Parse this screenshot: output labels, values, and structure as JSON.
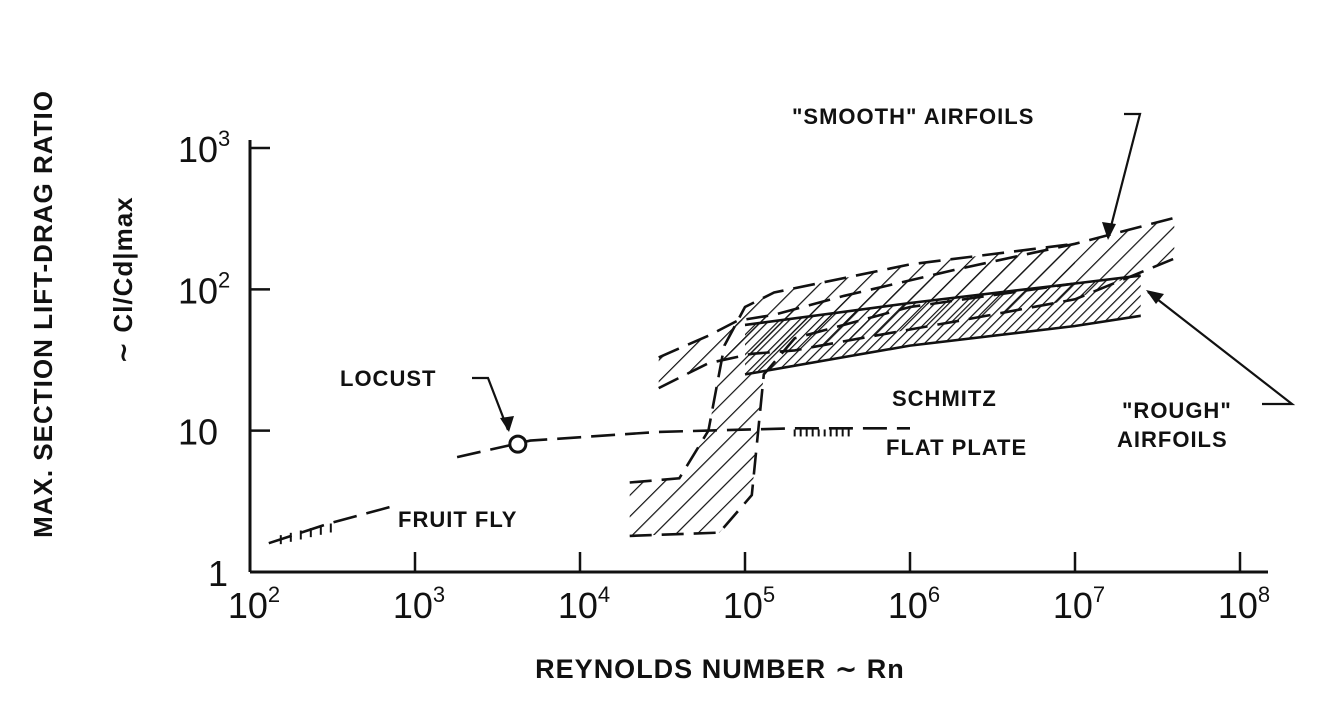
{
  "chart_data": {
    "type": "line",
    "x_scale": "log",
    "y_scale": "log",
    "xlim": [
      100,
      100000000
    ],
    "ylim": [
      1,
      1000
    ],
    "xlabel": "REYNOLDS NUMBER ∼ Rn",
    "ylabel_line1": "MAX. SECTION LIFT-DRAG RATIO",
    "ylabel_line2": "∼ Cl/Cd|max",
    "x_ticks": [
      {
        "base": "10",
        "exp": "2"
      },
      {
        "base": "10",
        "exp": "3"
      },
      {
        "base": "10",
        "exp": "4"
      },
      {
        "base": "10",
        "exp": "5"
      },
      {
        "base": "10",
        "exp": "6"
      },
      {
        "base": "10",
        "exp": "7"
      },
      {
        "base": "10",
        "exp": "8"
      }
    ],
    "y_ticks": [
      {
        "base": "1",
        "exp": ""
      },
      {
        "base": "10",
        "exp": ""
      },
      {
        "base": "10",
        "exp": "2"
      },
      {
        "base": "10",
        "exp": "3"
      }
    ],
    "annotations": {
      "smooth": "\"SMOOTH\" AIRFOILS",
      "rough_line1": "\"ROUGH\"",
      "rough_line2": "AIRFOILS",
      "locust": "LOCUST",
      "schmitz_line1": "SCHMITZ",
      "schmitz_line2": "FLAT PLATE",
      "fruit_fly": "FRUIT FLY"
    },
    "series": [
      {
        "points": [
          [
            1800,
            6.5
          ],
          [
            5000,
            8.5
          ],
          [
            30000,
            9.8
          ],
          [
            200000,
            10.4
          ],
          [
            1000000,
            10.4
          ]
        ]
      },
      {
        "points": [
          [
            130,
            1.6
          ],
          [
            300,
            2.2
          ],
          [
            800,
            3.0
          ]
        ]
      },
      {
        "points": [
          [
            4200,
            8.3
          ]
        ]
      },
      {
        "band_upper": [
          [
            30000,
            33
          ],
          [
            60000,
            47
          ],
          [
            90000,
            60
          ],
          [
            150000,
            66
          ],
          [
            400000,
            90
          ],
          [
            2000000,
            140
          ],
          [
            10000000,
            210
          ],
          [
            40000000,
            320
          ]
        ],
        "band_lower": [
          [
            30000,
            20
          ],
          [
            60000,
            30
          ],
          [
            110000,
            35
          ],
          [
            200000,
            37
          ],
          [
            500000,
            45
          ],
          [
            2000000,
            60
          ],
          [
            10000000,
            85
          ],
          [
            40000000,
            165
          ]
        ]
      },
      {
        "band_upper": [
          [
            100000,
            56
          ],
          [
            1000000,
            80
          ],
          [
            10000000,
            110
          ],
          [
            25000000,
            125
          ]
        ],
        "band_lower": [
          [
            100000,
            25
          ],
          [
            1000000,
            40
          ],
          [
            10000000,
            55
          ],
          [
            25000000,
            65
          ]
        ]
      },
      {
        "band_upper": [
          [
            20000,
            4.3
          ],
          [
            40000,
            4.6
          ],
          [
            60000,
            10
          ],
          [
            75000,
            40
          ],
          [
            100000,
            75
          ],
          [
            150000,
            95
          ],
          [
            1000000,
            150
          ],
          [
            10000000,
            210
          ]
        ],
        "band_lower": [
          [
            20000,
            1.8
          ],
          [
            70000,
            1.9
          ],
          [
            110000,
            3.5
          ],
          [
            130000,
            25
          ],
          [
            200000,
            45
          ],
          [
            1000000,
            75
          ],
          [
            10000000,
            110
          ]
        ]
      }
    ]
  }
}
